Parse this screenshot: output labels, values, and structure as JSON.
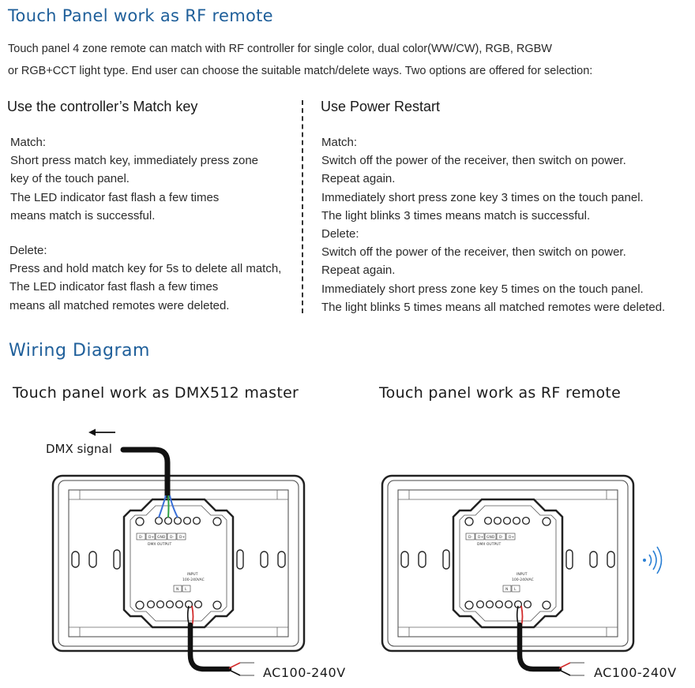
{
  "title": "Touch Panel work as RF remote",
  "intro": [
    "Touch panel 4 zone remote can match with RF controller for single color, dual color(WW/CW), RGB, RGBW",
    "or RGB+CCT light type. End user can choose the suitable match/delete ways. Two options are offered for selection:"
  ],
  "left": {
    "heading": "Use the controller’s Match key",
    "match": [
      "Match:",
      "Short press match key, immediately press zone",
      "key of the touch panel.",
      "The LED indicator fast flash a few times",
      "means match is successful."
    ],
    "delete": [
      "Delete:",
      "Press and hold match key for 5s to delete all match,",
      "The LED indicator fast flash a few times",
      "means all matched remotes were deleted."
    ]
  },
  "right": {
    "heading": "Use Power Restart",
    "lines": [
      "Match:",
      "Switch off the power of the receiver, then switch on power.",
      "Repeat again.",
      "Immediately short press zone key 3 times on the touch panel.",
      "The light blinks 3 times means match is successful.",
      "Delete:",
      "Switch off the power of the receiver, then switch on power.",
      "Repeat again.",
      "Immediately short press zone key 5 times on the touch panel.",
      "The light blinks 5 times means all matched remotes were deleted."
    ]
  },
  "wiring": {
    "heading": "Wiring Diagram",
    "left_title": "Touch panel work as DMX512 master",
    "right_title": "Touch panel work as RF remote",
    "dmx_signal": "DMX signal",
    "ac_label": "AC100-240V",
    "terminals": [
      "D-",
      "D+",
      "GND",
      "D-",
      "D+"
    ],
    "dmx_output": "DMX OUTPUT",
    "input_label": "INPUT",
    "input_range": "100-240VAC",
    "power_terminals": [
      "N",
      "L"
    ]
  },
  "colors": {
    "heading_blue": "#1f5f9a",
    "wire_blue": "#3a6fd8",
    "wire_green": "#2ea043",
    "wire_red": "#d22b2b",
    "wireless_blue": "#2a7fd4"
  }
}
